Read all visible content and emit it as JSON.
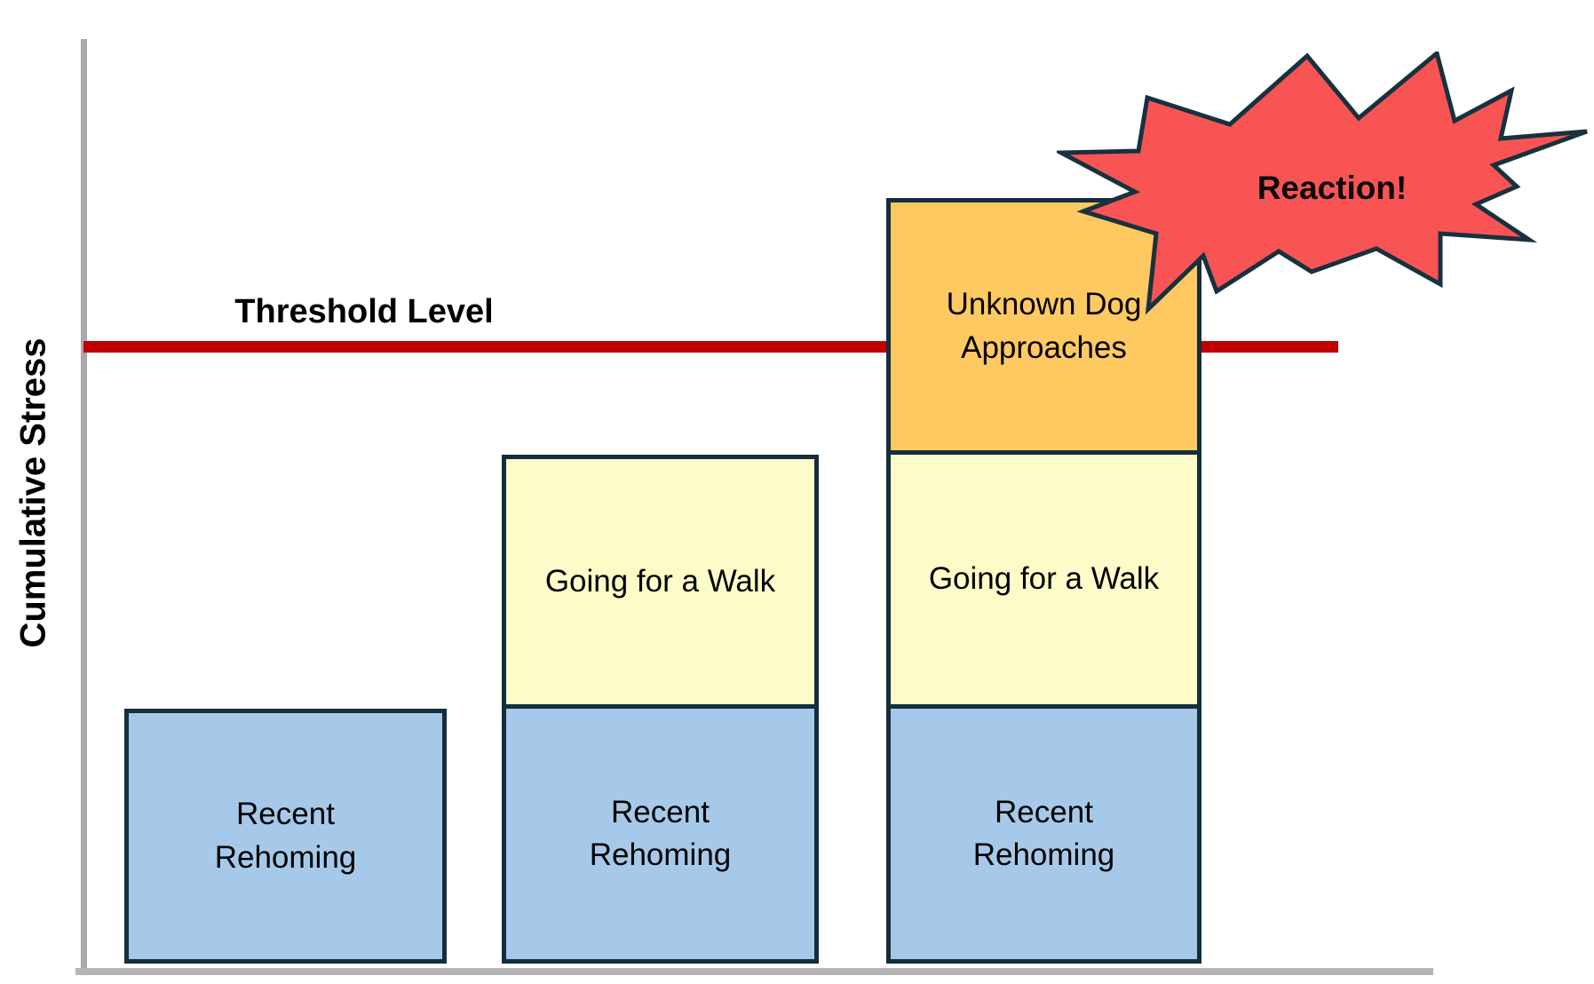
{
  "chart": {
    "y_axis_label": "Cumulative Stress",
    "threshold": {
      "label": "Threshold Level"
    },
    "reaction": {
      "label": "Reaction!"
    },
    "bars": [
      {
        "name": "bar-1",
        "segments": [
          {
            "label": "Recent\nRehoming"
          }
        ]
      },
      {
        "name": "bar-2",
        "segments": [
          {
            "label": "Going for a Walk"
          },
          {
            "label": "Recent\nRehoming"
          }
        ]
      },
      {
        "name": "bar-3",
        "segments": [
          {
            "label": "Unknown Dog\nApproaches"
          },
          {
            "label": "Going for a Walk"
          },
          {
            "label": "Recent\nRehoming"
          }
        ]
      }
    ]
  },
  "colors": {
    "stressor_recent_rehoming": "#A6C9EA",
    "stressor_going_for_walk": "#FDFBC8",
    "stressor_unknown_dog": "#FFC961",
    "segment_outline": "#142E3D",
    "threshold_line": "#C00000",
    "reaction_burst_fill": "#F85454",
    "reaction_burst_outline": "#17313F",
    "axis": "#A9A9A9",
    "text": "#000000"
  },
  "chart_data": {
    "type": "bar",
    "subtype": "stacked",
    "title": "",
    "xlabel": "",
    "ylabel": "Cumulative Stress",
    "categories": [
      "",
      "",
      ""
    ],
    "series": [
      {
        "name": "Recent Rehoming",
        "color": "#A6C9EA",
        "values": [
          1,
          1,
          1
        ]
      },
      {
        "name": "Going for a Walk",
        "color": "#FDFBC8",
        "values": [
          0,
          1,
          1
        ]
      },
      {
        "name": "Unknown Dog Approaches",
        "color": "#FFC961",
        "values": [
          0,
          0,
          1
        ]
      }
    ],
    "units": "relative stress units (each stacked stressor segment = 1)",
    "ylim": [
      0,
      3.6
    ],
    "grid": false,
    "legend": false,
    "threshold_line": {
      "label": "Threshold Level",
      "value": 2.42,
      "color": "#C00000"
    },
    "annotations": [
      {
        "label": "Reaction!",
        "type": "starburst",
        "position": "top-right, where third bar crosses the threshold line"
      }
    ]
  }
}
